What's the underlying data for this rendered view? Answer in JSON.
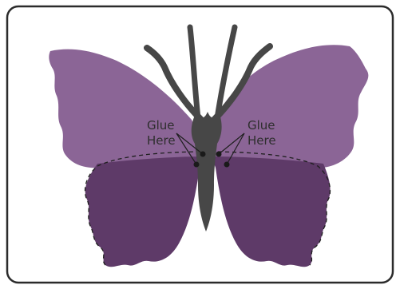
{
  "labels": {
    "left_line1": "Glue",
    "left_line2": "Here",
    "right_line1": "Glue",
    "right_line2": "Here"
  },
  "colors": {
    "background": "#ffffff",
    "frame_stroke": "#2b2b2b",
    "upper_wing": "#8b6596",
    "lower_wing": "#5e3a68",
    "body": "#474747",
    "guide_line": "#1f1f1f",
    "glue_dot": "#1a1a1a"
  }
}
